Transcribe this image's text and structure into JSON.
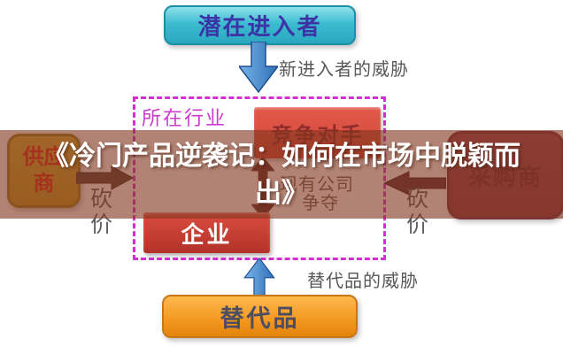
{
  "overlay": {
    "title_line1": "《冷门产品逆袭记：如何在市场中脱颖而",
    "title_line2": "出》",
    "title_full": "《冷门产品逆袭记：如何在市场中脱颖而出》"
  },
  "diagram": {
    "potential_entrants": "潜在进入者",
    "new_entrants_threat": "新进入者的威胁",
    "industry": "所在行业",
    "competitors": "竞争对手",
    "existing_companies": "现有公司",
    "compete": "争夺",
    "enterprise": "企业",
    "supplier": "供应商",
    "supplier_bargain": "砍价",
    "buyer": "采购商",
    "buyer_bargain": "砍价",
    "substitutes_threat": "替代品的威胁",
    "substitutes": "替代品"
  },
  "icons": {
    "top_flow": "down-arrow-icon",
    "bottom_flow": "up-arrow-icon",
    "supplier_flow": "right-arrow-icon",
    "buyer_flow": "left-arrow-icon",
    "rivalry_flow": "double-vertical-arrow-icon"
  },
  "colors": {
    "potential_entrants_box": "#3cbcd0",
    "potential_entrants_text": "#3b33a6",
    "blue_arrow": "#4a8fd4",
    "dashed_border": "#d42fd0",
    "industry_label": "#cb3ccb",
    "competitors_box": "#d94b3e",
    "competitors_text": "#8e2b2b",
    "enterprise_box": "#c23b32",
    "enterprise_text": "#ffffff",
    "supplier_box": "#c5a22f",
    "supplier_text": "#e0281c",
    "buyer_box": "#93404d",
    "substitutes_box": "#f79a1e",
    "gray_label": "#585858",
    "overlay_band": "rgba(130,55,30,0.62)",
    "title_text": "#ffffff"
  }
}
